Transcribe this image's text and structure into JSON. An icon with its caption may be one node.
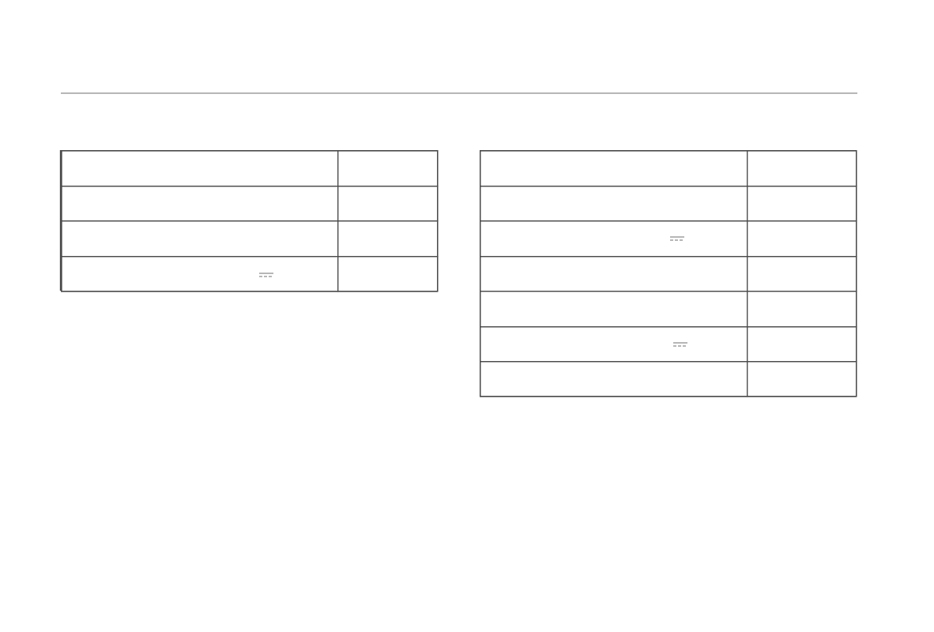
{
  "diagram": {
    "nodes": [
      {
        "text": [],
        "shape": "box"
      },
      {
        "text": [],
        "shape": "box",
        "in": 0
      },
      {
        "text": [],
        "shape": "box",
        "in": 0
      },
      {
        "text": [],
        "shape": "box",
        "in": 0
      },
      {
        "text": [],
        "shape": "box",
        "in": 0
      },
      {
        "text": [],
        "shape": "box",
        "in": 0
      },
      {
        "text": [],
        "shape": "box",
        "in": 0
      },
      {
        "text": [],
        "shape": "box",
        "in": 0
      },
      {
        "text": [],
        "shape": "box",
        "in": 0
      },
      {
        "text": [],
        "shape": "box"
      },
      {
        "text": [],
        "shape": "box",
        "in": 9
      },
      {
        "text": [],
        "shape": "box",
        "in": 9
      },
      {
        "text": [],
        "shape": "box",
        "in": 9
      },
      {
        "text": [],
        "shape": "box",
        "in": 9
      },
      {
        "text": [],
        "shape": "box",
        "in": 9
      },
      {
        "text": [],
        "shape": "box",
        "in": 9
      },
      {
        "text": [],
        "shape": "box",
        "in": 9
      },
      {
        "text": [],
        "shape": "box",
        "in": 9
      },
      {
        "text": [],
        "shape": "box",
        "in": 9
      },
      {
        "text": [],
        "shape": "box",
        "in": 9
      },
      {
        "text": [],
        "shape": "box",
        "in": 9
      },
      {
        "text": [],
        "shape": "box",
        "in": 9
      },
      {
        "text": [],
        "shape": "box",
        "in": 9
      },
      {
        "text": [],
        "shape": "box",
        "in": 9
      }
    ]
  }
}
